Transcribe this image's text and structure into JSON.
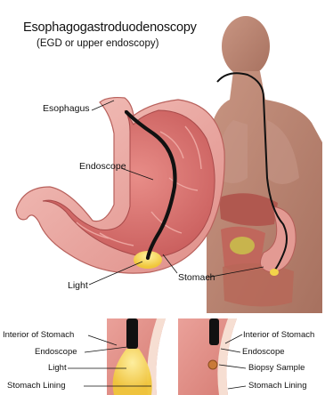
{
  "title": "Esophagogastroduodenoscopy",
  "subtitle": "(EGD or upper endoscopy)",
  "labels": {
    "esophagus": "Esophagus",
    "endoscope": "Endoscope",
    "stomach": "Stomach",
    "light": "Light"
  },
  "inset_left": {
    "labels": [
      "Interior of Stomach",
      "Endoscope",
      "Light",
      "Stomach Lining"
    ]
  },
  "inset_right": {
    "labels": [
      "Interior of Stomach",
      "Endoscope",
      "Biopsy Sample",
      "Stomach Lining"
    ]
  },
  "colors": {
    "body": "#b57f6c",
    "stomach_outer": "#e9a6a1",
    "stomach_inner": "#d9716f",
    "scope": "#111111",
    "light": "#f2d34a"
  }
}
